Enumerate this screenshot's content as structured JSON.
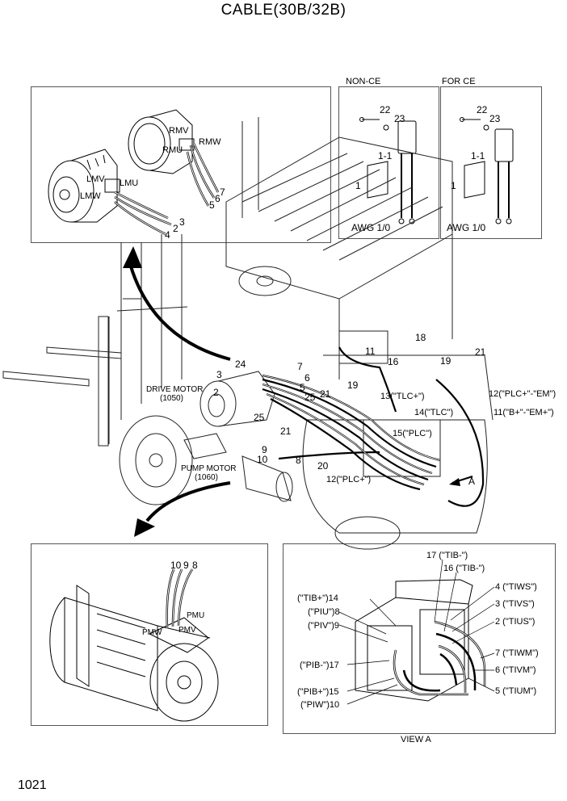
{
  "title": "CABLE(30B/32B)",
  "page_number": "1021",
  "panels": {
    "non_ce_label": "NON-CE",
    "for_ce_label": "FOR CE",
    "awg_label": "AWG 1/0",
    "view_a_label": "VIEW A"
  },
  "component_labels": {
    "drive_motor": "DRIVE MOTOR",
    "drive_motor_code": "(1050)",
    "pump_motor": "PUMP MOTOR",
    "pump_motor_code": "(1060)",
    "view_marker": "A"
  },
  "terminals": {
    "rmv": "RMV",
    "rmu": "RMU",
    "rmw": "RMW",
    "lmv": "LMV",
    "lmu": "LMU",
    "lmw": "LMW",
    "pmu": "PMU",
    "pmw": "PMW",
    "pmv": "PMV"
  },
  "callouts": {
    "c1": "1",
    "c1_1": "1-1",
    "c2": "2",
    "c3": "3",
    "c4": "4",
    "c5": "5",
    "c6": "6",
    "c7": "7",
    "c8": "8",
    "c9": "9",
    "c10": "10",
    "c11": "11",
    "c16": "16",
    "c18": "18",
    "c19": "19",
    "c20": "20",
    "c21": "21",
    "c22": "22",
    "c23": "23",
    "c24": "24",
    "c25": "25",
    "tlc_plus": "13(\"TLC+\")",
    "tlc": "14(\"TLC\")",
    "plc": "15(\"PLC\")",
    "plc_plus": "12(\"PLC+\")",
    "plc_plus_em": "12(\"PLC+\"-\"EM\")",
    "b_plus_em": "11(\"B+\"-\"EM+\")"
  },
  "view_a_callouts": {
    "tib_minus_17": "17 (\"TIB-\")",
    "tib_minus_16": "16 (\"TIB-\")",
    "tiws": "4 (\"TIWS\")",
    "tivs": "3 (\"TIVS\")",
    "tius": "2 (\"TIUS\")",
    "tiwm": "7 (\"TIWM\")",
    "tivm": "6 (\"TIVM\")",
    "tium": "5 (\"TIUM\")",
    "tib_plus": "(\"TIB+\")14",
    "piu": "(\"PIU\")8",
    "piv": "(\"PIV\")9",
    "pib_minus": "(\"PIB-\")17",
    "pib_plus": "(\"PIB+\")15",
    "piw": "(\"PIW\")10"
  }
}
